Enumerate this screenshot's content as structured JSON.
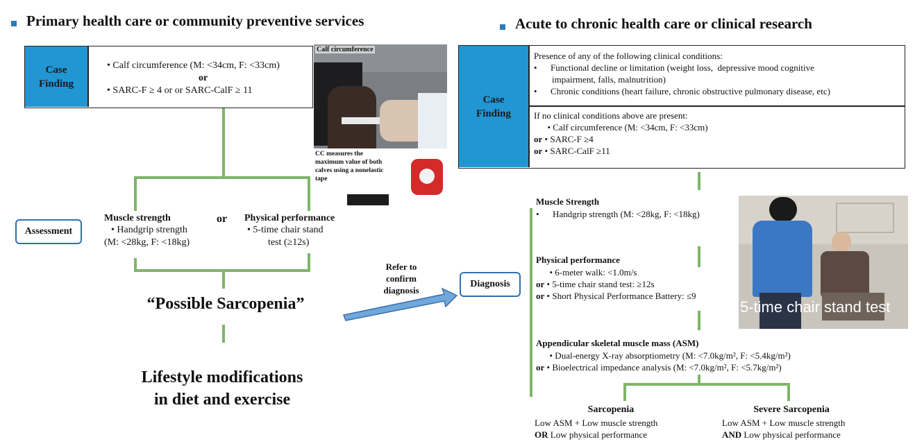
{
  "left": {
    "header": "Primary health care or community preventive services",
    "case_finding_label": "Case Finding",
    "case_lines": [
      "• Calf circumference (M: <34cm, F: <33cm)",
      "or",
      "• SARC-F ≥ 4 or  or  SARC-CalF ≥ 11"
    ],
    "photo_title": "Calf circumference",
    "photo_caption": "CC measures the maximum value of both calves using a nonelastic tape",
    "assessment_label": "Assessment",
    "muscle_title": "Muscle strength",
    "muscle_lines": [
      "•   Handgrip strength",
      "(M: <28kg, F: <18kg)"
    ],
    "or_word": "or",
    "perf_title": "Physical performance",
    "perf_lines": [
      "•   5-time chair stand",
      "test (≥12s)"
    ],
    "possible": "“Possible Sarcopenia”",
    "lifestyle_lines": [
      "Lifestyle modifications",
      "in diet and exercise"
    ]
  },
  "arrow_label_lines": [
    "Refer to",
    "confirm",
    "diagnosis"
  ],
  "right": {
    "header": "Acute to chronic health care or clinical research",
    "case_finding_label": "Case Finding",
    "top_lines": [
      "Presence of any of the following clinical conditions:",
      "•      Functional decline or limitation (weight loss,  depressive mood cognitive",
      "        impairment, falls, malnutrition)",
      "•      Chronic conditions (heart failure, chronic obstructive pulmonary disease, etc)"
    ],
    "bottom_lines": [
      "If no clinical conditions above are present:",
      "      • Calf circumference (M: <34cm, F: <33cm)",
      "or • SARC-F ≥4",
      "or • SARC-CalF ≥11"
    ],
    "diagnosis_label": "Diagnosis",
    "ms_title": "Muscle Strength",
    "ms_line": "•      Handgrip strength (M: <28kg, F: <18kg)",
    "pp_title": "Physical performance",
    "pp_lines": [
      "      • 6-meter walk: <1.0m/s",
      "or • 5-time chair stand test: ≥12s",
      "or • Short Physical Performance Battery: ≤9"
    ],
    "photo_caption": "5-time chair stand test",
    "asm_title": "Appendicular skeletal muscle mass (ASM)",
    "asm_lines": [
      "      • Dual-energy X-ray absorptiometry (M: <7.0kg/m², F: <5.4kg/m²)",
      "or • Bioelectrical impedance analysis (M: <7.0kg/m², F: <5.7kg/m²)"
    ],
    "sarc_title": "Sarcopenia",
    "sarc_lines": [
      "Low ASM + Low muscle strength",
      "OR Low physical performance"
    ],
    "severe_title": "Severe Sarcopenia",
    "severe_lines": [
      "Low ASM + Low muscle strength",
      "AND Low physical performance"
    ]
  },
  "colors": {
    "blue_cell": "#2196d3",
    "connector_green": "#7fb56a",
    "pill_border": "#2f6fb5",
    "header_bullet": "#2b7bb9",
    "arrow_fill": "#6fa8dc"
  }
}
